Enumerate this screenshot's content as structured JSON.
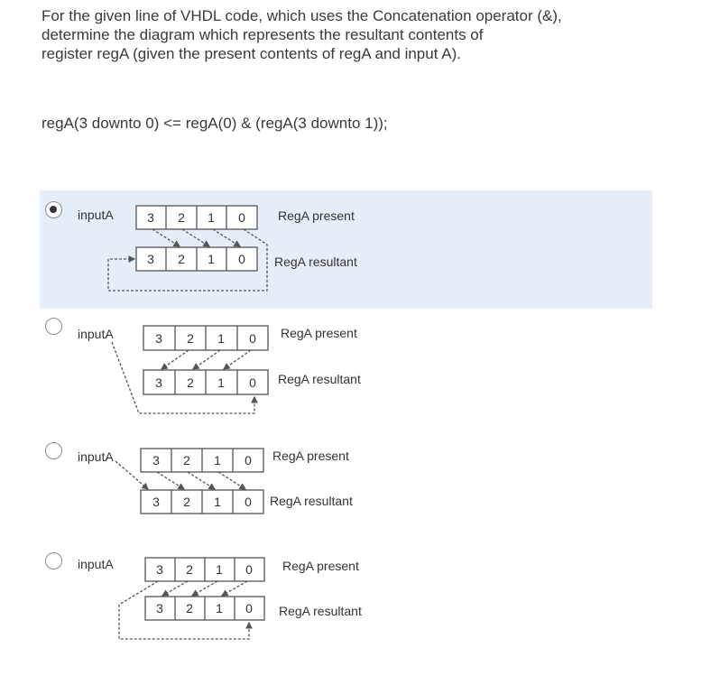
{
  "question": {
    "line1": "For the given line of VHDL code, which uses the Concatenation operator (&),",
    "line2": "determine the diagram which represents the resultant contents of",
    "line3": "register regA (given the present contents of regA and input A)."
  },
  "code_line": "regA(3 downto 0) <= regA(0) & (regA(3 downto 1));",
  "options": [
    {
      "input_label": "inputA",
      "present_label": "RegA present",
      "resultant_label": "RegA resultant",
      "present_bits": [
        "3",
        "2",
        "1",
        "0"
      ],
      "result_bits": [
        "3",
        "2",
        "1",
        "0"
      ],
      "selected": true
    },
    {
      "input_label": "inputA",
      "present_label": "RegA present",
      "resultant_label": "RegA resultant",
      "present_bits": [
        "3",
        "2",
        "1",
        "0"
      ],
      "result_bits": [
        "3",
        "2",
        "1",
        "0"
      ],
      "selected": false
    },
    {
      "input_label": "inputA",
      "present_label": "RegA present",
      "resultant_label": "RegA resultant",
      "present_bits": [
        "3",
        "2",
        "1",
        "0"
      ],
      "result_bits": [
        "3",
        "2",
        "1",
        "0"
      ],
      "selected": false
    },
    {
      "input_label": "inputA",
      "present_label": "RegA present",
      "resultant_label": "RegA resultant",
      "present_bits": [
        "3",
        "2",
        "1",
        "0"
      ],
      "result_bits": [
        "3",
        "2",
        "1",
        "0"
      ],
      "selected": false
    }
  ],
  "colors": {
    "selected_bg": "#e6eef9",
    "cell_border": "#555555",
    "text": "#333333"
  }
}
